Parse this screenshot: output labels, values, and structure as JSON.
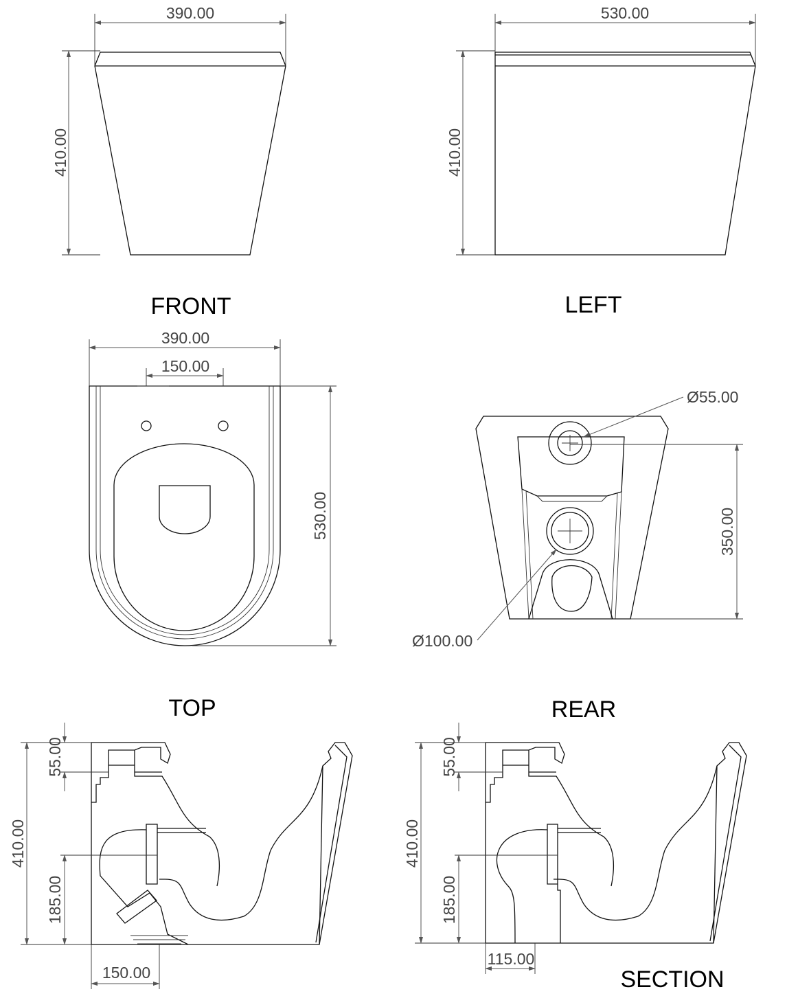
{
  "views": {
    "front": {
      "title": "FRONT",
      "width_dim": "390.00",
      "height_dim": "410.00"
    },
    "left": {
      "title": "LEFT",
      "width_dim": "530.00",
      "height_dim": "410.00"
    },
    "top": {
      "title": "TOP",
      "width_dim": "390.00",
      "hole_spacing_dim": "150.00",
      "depth_dim": "530.00"
    },
    "rear": {
      "title": "REAR",
      "inlet_dia_dim": "Ø55.00",
      "outlet_dia_dim": "Ø100.00",
      "inlet_height_dim": "350.00"
    },
    "section_a": {
      "inlet_dim": "55.00",
      "height_dim": "410.00",
      "outlet_height_dim": "185.00",
      "outlet_offset_dim": "150.00"
    },
    "section_b": {
      "title": "SECTION",
      "inlet_dim": "55.00",
      "height_dim": "410.00",
      "outlet_height_dim": "185.00",
      "outlet_offset_dim": "115.00"
    }
  }
}
